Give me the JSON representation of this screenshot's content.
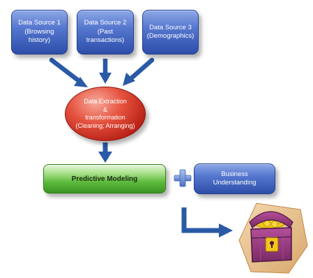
{
  "diagram": {
    "sources": [
      {
        "lines": [
          "Data Source 1",
          "(Browsing",
          "history)"
        ]
      },
      {
        "lines": [
          "Data Source 2",
          "(Past",
          "transactions)"
        ]
      },
      {
        "lines": [
          "Data Source 3",
          "(Demographics)"
        ]
      }
    ],
    "extraction": {
      "lines": [
        "Data Extraction",
        "&",
        "transformation",
        "(Cleaning; Arranging)"
      ]
    },
    "modeling": {
      "label": "Predictive Modeling"
    },
    "business": {
      "lines": [
        "Business",
        "Understanding"
      ]
    }
  },
  "colors": {
    "arrow_blue": "#2a5aa6",
    "source_blue": "#4466c4",
    "extraction_red": "#c8281c",
    "modeling_green": "#5cba3c",
    "plus_blue": "#6d90d0"
  },
  "icons": [
    "plus-icon",
    "treasure-chest-icon",
    "elbow-arrow-icon"
  ]
}
